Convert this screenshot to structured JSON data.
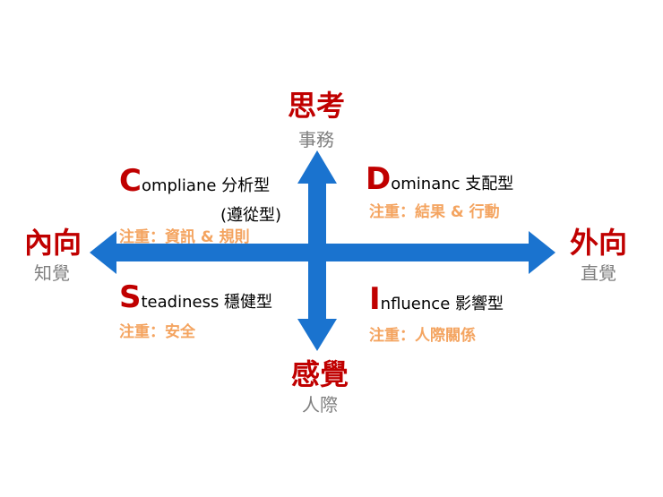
{
  "colors": {
    "arrow": "#1a73cf",
    "axis_main": "#c00000",
    "axis_sub": "#7f7f7f",
    "focus": "#f4a460"
  },
  "axes": {
    "top": {
      "main": "思考",
      "sub": "事務"
    },
    "bottom": {
      "main": "感覺",
      "sub": "人際"
    },
    "left": {
      "main": "內向",
      "sub": "知覺"
    },
    "right": {
      "main": "外向",
      "sub": "直覺"
    }
  },
  "quadrants": {
    "c": {
      "initial": "C",
      "rest": "ompliane 分析型",
      "extra": "(遵從型)",
      "focus": "注重：資訊 & 規則"
    },
    "d": {
      "initial": "D",
      "rest": "ominanc 支配型",
      "focus": "注重：結果 & 行動"
    },
    "s": {
      "initial": "S",
      "rest": "teadiness 穩健型",
      "focus": "注重：安全"
    },
    "i": {
      "initial": "I",
      "rest": "nfluence 影響型",
      "focus": "注重：人際關係"
    }
  }
}
